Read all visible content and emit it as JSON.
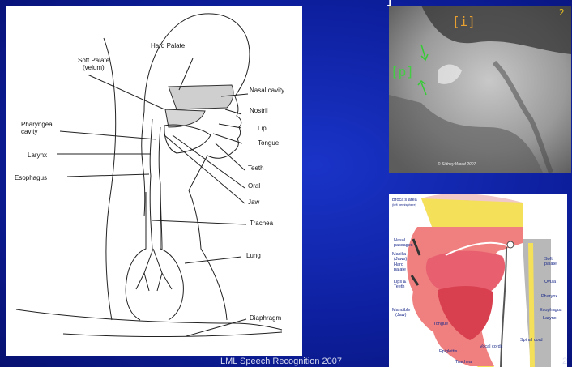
{
  "slide": {
    "top_fragment": "]",
    "footer": "LML Speech Recognition 2007",
    "slide_number": "2"
  },
  "vocal_tract": {
    "labels": {
      "soft_palate": "Soft Palate",
      "velum": "(velum)",
      "hard_palate": "Hard Palate",
      "nasal_cavity": "Nasal cavity",
      "nostril": "Nostril",
      "pharyngeal": "Pharyngeal",
      "cavity": "cavity",
      "lip": "Lip",
      "tongue": "Tongue",
      "larynx": "Larynx",
      "teeth": "Teeth",
      "esophagus": "Esophagus",
      "oral": "Oral",
      "jaw": "Jaw",
      "trachea": "Trachea",
      "lung": "Lung",
      "diaphragm": "Diaphragm"
    }
  },
  "xray": {
    "phone_i": "[i]",
    "phone_p": "[p]",
    "corner_number": "2",
    "credit": "© Sidney Wood 2007"
  },
  "color_diagram": {
    "labels": {
      "brocas": "Broca's area",
      "brocas_sub": "(left hemisphere)",
      "nasal": "Nasal",
      "passages": "passages",
      "maxilla": "Maxilla",
      "maxilla_sub": "(Jaws)",
      "hard": "Hard",
      "palate": "palate",
      "lips": "Lips &",
      "teeth": "Teeth",
      "mandible": "Mandible",
      "mandible_sub": "(Jaw)",
      "tongue": "Tongue",
      "epiglottis": "Epiglottis",
      "trachea": "Trachea",
      "vocal_cords": "Vocal cords",
      "spinal_cord": "Spinal cord",
      "soft": "Soft",
      "soft_palate": "palate",
      "uvula": "Uvula",
      "pharynx": "Pharynx",
      "esophagus": "Esophagus",
      "larynx": "Larynx"
    }
  }
}
